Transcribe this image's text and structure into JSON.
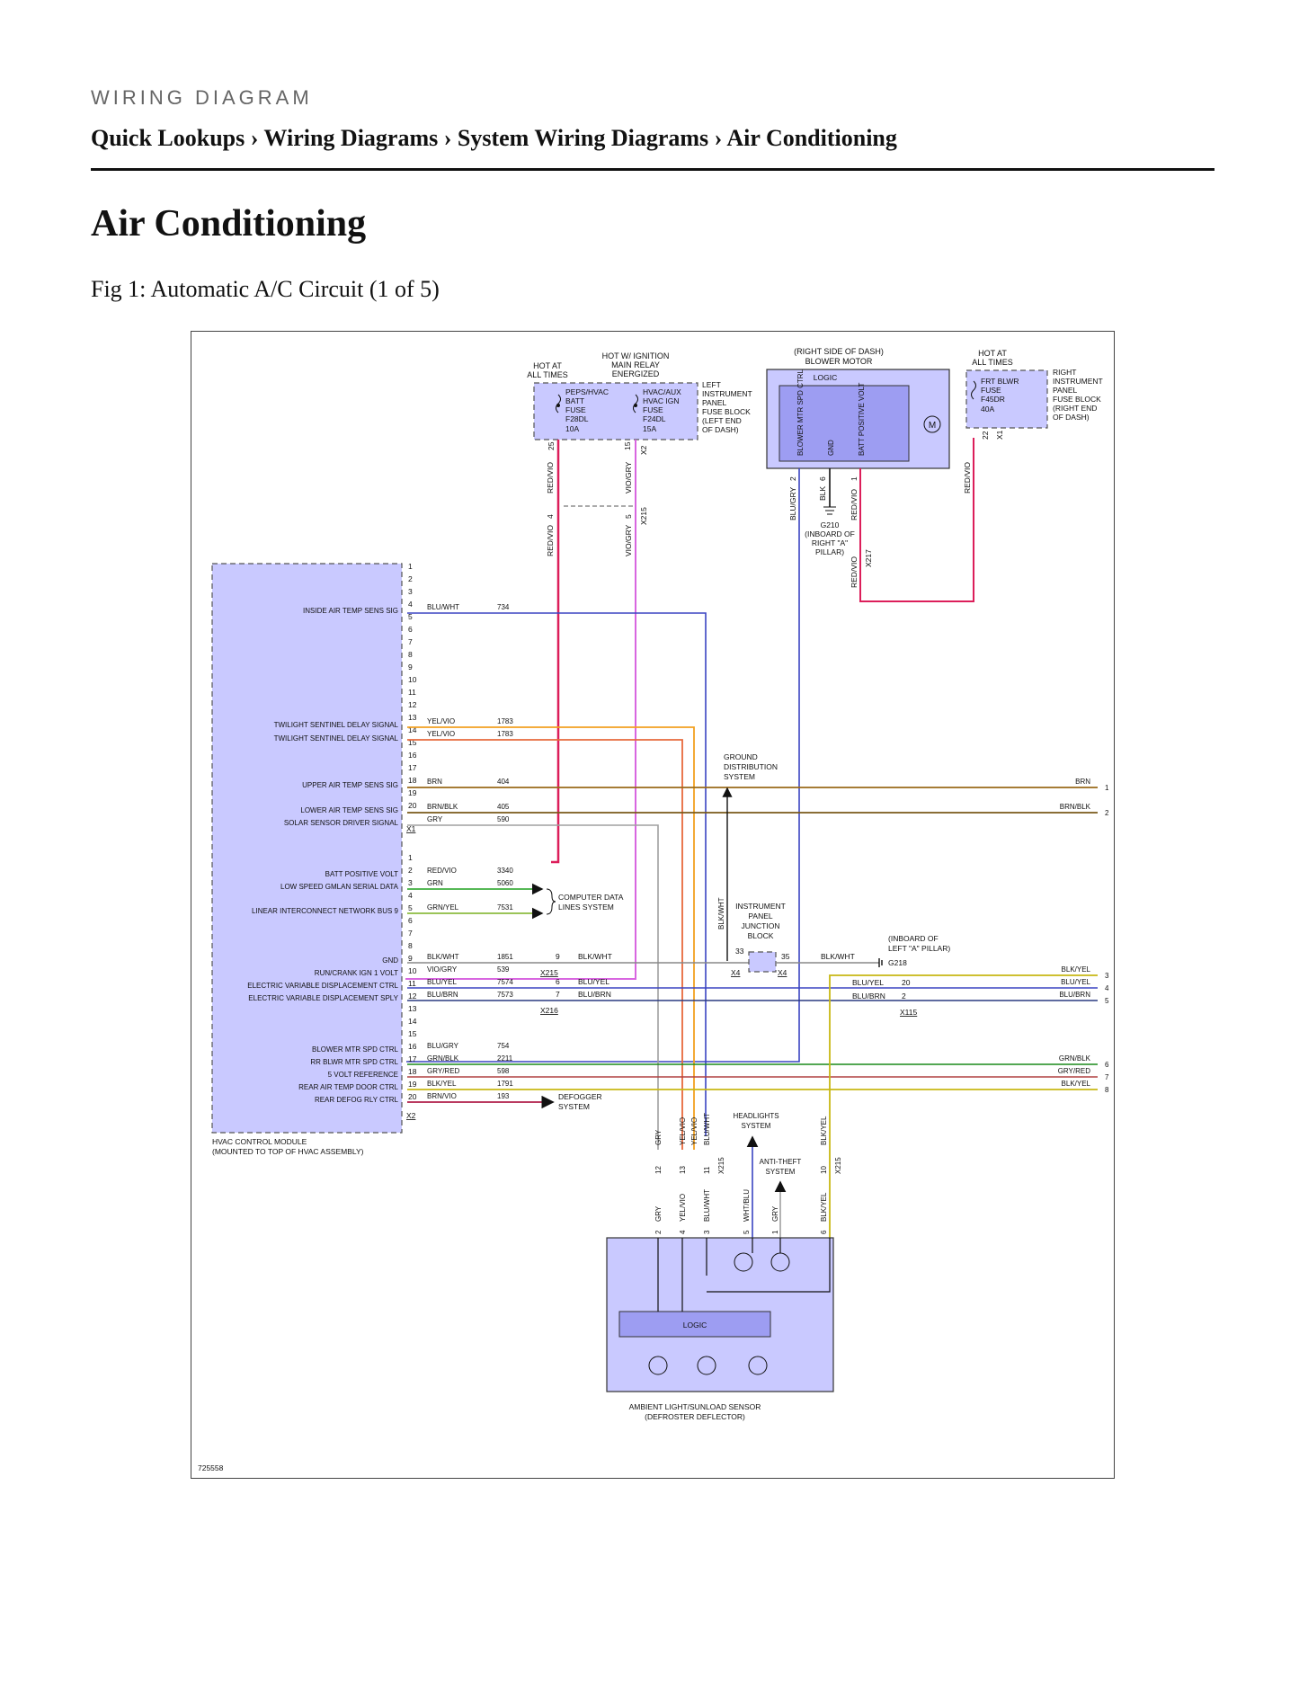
{
  "header": {
    "kicker": "WIRING DIAGRAM",
    "breadcrumb": "Quick Lookups › Wiring Diagrams › System Wiring Diagrams › Air Conditioning",
    "title": "Air Conditioning",
    "caption": "Fig 1: Automatic A/C Circuit (1 of 5)"
  },
  "diagram": {
    "figure_id": "725558",
    "fuse_left_title_1": "HOT AT",
    "fuse_left_title_2": "ALL TIMES",
    "fuse_ign_title_1": "HOT W/ IGNITION",
    "fuse_ign_title_2": "MAIN RELAY",
    "fuse_ign_title_3": "ENERGIZED",
    "fuse_a": [
      "PEPS/HVAC",
      "BATT",
      "FUSE",
      "F28DL",
      "10A"
    ],
    "fuse_b": [
      "HVAC/AUX",
      "HVAC IGN",
      "FUSE",
      "F24DL",
      "15A"
    ],
    "left_fuse_block": [
      "LEFT",
      "INSTRUMENT",
      "PANEL",
      "FUSE BLOCK",
      "(LEFT END",
      "OF DASH)"
    ],
    "fuse_block_conn": "X2",
    "blower_title_1": "(RIGHT SIDE OF DASH)",
    "blower_title_2": "BLOWER MOTOR",
    "logic": "LOGIC",
    "blower_pins": [
      "BLOWER MTR SPD CTRL",
      "GND",
      "BATT POSITIVE VOLT"
    ],
    "motor": "M",
    "right_hot_1": "HOT AT",
    "right_hot_2": "ALL TIMES",
    "fuse_c": [
      "FRT BLWR",
      "FUSE",
      "F45DR",
      "40A"
    ],
    "right_fuse_block": [
      "RIGHT",
      "INSTRUMENT",
      "PANEL",
      "FUSE BLOCK",
      "(RIGHT END",
      "OF DASH)"
    ],
    "g210": [
      "G210",
      "(INBOARD OF",
      "RIGHT \"A\"",
      "PILLAR)"
    ],
    "wire_colors_top": {
      "redvio": "RED/VIO",
      "viogry": "VIO/GRY",
      "blugry": "BLU/GRY",
      "blk": "BLK"
    },
    "conn_x215": "X215",
    "conn_x217": "X217",
    "conn_x1": "X1",
    "conn_x2": "X2",
    "conn_x4": "X4",
    "conn_x216": "X216",
    "conn_x115": "X115",
    "pin_nums": {
      "p1": "1",
      "p2": "2",
      "p3": "3",
      "p4": "4",
      "p5": "5",
      "p6": "6",
      "p7": "7",
      "p8": "8",
      "p9": "9",
      "p10": "10",
      "p11": "11",
      "p12": "12",
      "p13": "13",
      "p14": "14",
      "p15": "15",
      "p16": "16",
      "p17": "17",
      "p18": "18",
      "p19": "19",
      "p20": "20",
      "p22": "22",
      "p25": "25",
      "p33": "33",
      "p35": "35"
    },
    "module_label_1": "HVAC CONTROL MODULE",
    "module_label_2": "(MOUNTED TO TOP OF HVAC ASSEMBLY)",
    "x1_signals": {
      "p4": "INSIDE AIR TEMP SENS SIG",
      "p13": "TWILIGHT SENTINEL DELAY SIGNAL",
      "p14": "TWILIGHT SENTINEL DELAY SIGNAL",
      "p18": "UPPER AIR TEMP SENS SIG",
      "p19": "LOWER AIR TEMP SENS SIG",
      "p20": "SOLAR SENSOR DRIVER SIGNAL"
    },
    "x2_signals": {
      "p1": "BATT POSITIVE VOLT",
      "p2": "LOW SPEED GMLAN SERIAL DATA",
      "p4": "LINEAR INTERCONNECT NETWORK BUS 9",
      "p8": "GND",
      "p9": "RUN/CRANK IGN 1 VOLT",
      "p10": "ELECTRIC VARIABLE DISPLACEMENT CTRL",
      "p11": "ELECTRIC VARIABLE DISPLACEMENT SPLY",
      "p15": "BLOWER MTR SPD CTRL",
      "p16": "RR BLWR MTR SPD CTRL",
      "p17": "5 VOLT REFERENCE",
      "p18": "REAR AIR TEMP DOOR CTRL",
      "p19": "REAR DEFOG RLY CTRL"
    },
    "x1_wires": {
      "p4": {
        "color": "BLU/WHT",
        "circuit": "734"
      },
      "p13": {
        "color": "YEL/VIO",
        "circuit": "1783"
      },
      "p14": {
        "color": "YEL/VIO",
        "circuit": "1783"
      },
      "p18": {
        "color": "BRN",
        "circuit": "404"
      },
      "p19": {
        "color": "BRN/BLK",
        "circuit": "405"
      },
      "p20": {
        "color": "GRY",
        "circuit": "590"
      }
    },
    "x2_wires": {
      "p1": {
        "color": "RED/VIO",
        "circuit": "3340"
      },
      "p2": {
        "color": "GRN",
        "circuit": "5060"
      },
      "p4": {
        "color": "GRN/YEL",
        "circuit": "7531"
      },
      "p8": {
        "color": "BLK/WHT",
        "circuit": "1851"
      },
      "p9": {
        "color": "VIO/GRY",
        "circuit": "539"
      },
      "p10": {
        "color": "BLU/YEL",
        "circuit": "7574"
      },
      "p11": {
        "color": "BLU/BRN",
        "circuit": "7573"
      },
      "p15": {
        "color": "BLU/GRY",
        "circuit": "754"
      },
      "p16": {
        "color": "GRN/BLK",
        "circuit": "2211"
      },
      "p17": {
        "color": "GRY/RED",
        "circuit": "598"
      },
      "p18": {
        "color": "BLK/YEL",
        "circuit": "1791"
      },
      "p19": {
        "color": "BRN/VIO",
        "circuit": "193"
      }
    },
    "computer_data_1": "COMPUTER DATA",
    "computer_data_2": "LINES SYSTEM",
    "defogger_1": "DEFOGGER",
    "defogger_2": "SYSTEM",
    "ground_dist": [
      "GROUND",
      "DISTRIBUTION",
      "SYSTEM"
    ],
    "ip_junction": [
      "INSTRUMENT",
      "PANEL",
      "JUNCTION",
      "BLOCK"
    ],
    "g218": [
      "(INBOARD OF",
      "LEFT \"A\" PILLAR)",
      "G218"
    ],
    "blkwht": "BLK/WHT",
    "bluyel": "BLU/YEL",
    "blubrn": "BLU/BRN",
    "right_edge": {
      "r1": {
        "color": "BRN",
        "num": "1"
      },
      "r2": {
        "color": "BRN/BLK",
        "num": "2"
      },
      "r3": {
        "color": "BLK/YEL",
        "num": "3"
      },
      "r4": {
        "color": "BLU/YEL",
        "num": "4"
      },
      "r5": {
        "color": "BLU/BRN",
        "num": "5"
      },
      "r6": {
        "color": "GRN/BLK",
        "num": "6"
      },
      "r7": {
        "color": "GRY/RED",
        "num": "7"
      },
      "r8": {
        "color": "BLK/YEL",
        "num": "8"
      }
    },
    "headlights_1": "HEADLIGHTS",
    "headlights_2": "SYSTEM",
    "antitheft_1": "ANTI-THEFT",
    "antitheft_2": "SYSTEM",
    "lower_colors": {
      "gry": "GRY",
      "yelvio": "YEL/VIO",
      "bluwht": "BLU/WHT",
      "whtblu": "WHT/BLU",
      "blkyel": "BLK/YEL"
    },
    "sensor_1": "AMBIENT LIGHT/SUNLOAD SENSOR",
    "sensor_2": "(DEFROSTER DEFLECTOR)"
  }
}
